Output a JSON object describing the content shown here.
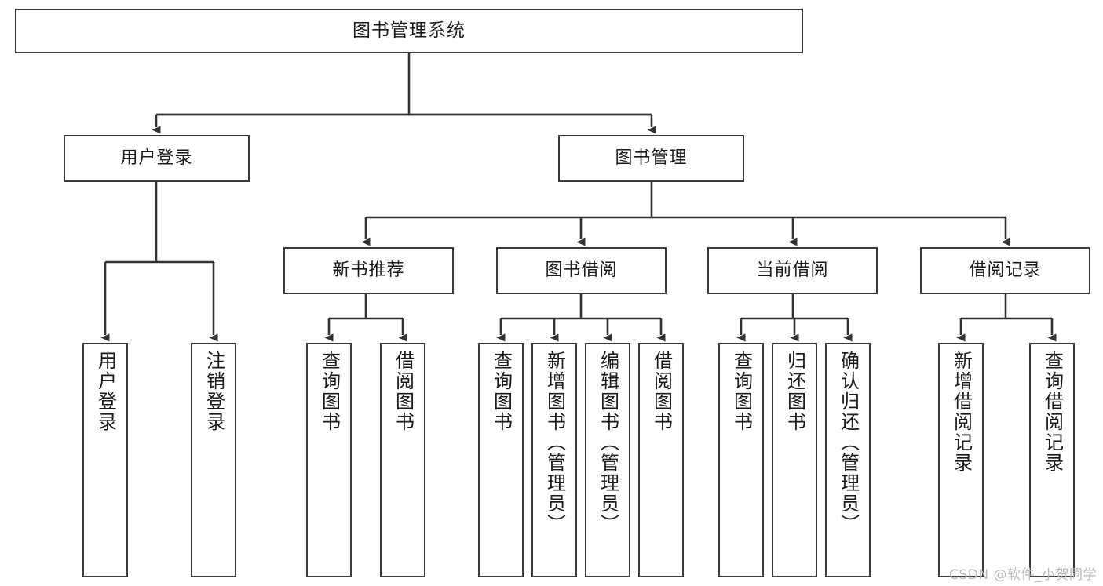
{
  "diagram": {
    "title": "图书管理系统",
    "type": "tree",
    "watermark": "CSDN @软件_小贺同学",
    "colors": {
      "box_border": "#3a3a3a",
      "box_fill": "#ffffff",
      "connector": "#333333",
      "text": "#1a1a1a",
      "watermark": "#b9b9b9",
      "background": "#ffffff"
    },
    "nodes": {
      "root": {
        "label": "图书管理系统"
      },
      "level2": [
        {
          "id": "user-login",
          "label": "用户登录"
        },
        {
          "id": "book-manage",
          "label": "图书管理"
        }
      ],
      "level3": [
        {
          "id": "new-book-rec",
          "label": "新书推荐"
        },
        {
          "id": "book-borrow",
          "label": "图书借阅"
        },
        {
          "id": "current-borrow",
          "label": "当前借阅"
        },
        {
          "id": "borrow-record",
          "label": "借阅记录"
        }
      ],
      "leaves": {
        "user-login": [
          {
            "id": "leaf-user-login",
            "label": "用户登录"
          },
          {
            "id": "leaf-logout",
            "label": "注销登录"
          }
        ],
        "new-book-rec": [
          {
            "id": "leaf-query-book-1",
            "label": "查询图书"
          },
          {
            "id": "leaf-borrow-book-1",
            "label": "借阅图书"
          }
        ],
        "book-borrow": [
          {
            "id": "leaf-query-book-2",
            "label": "查询图书"
          },
          {
            "id": "leaf-add-book",
            "label": "新增图书（管理员）"
          },
          {
            "id": "leaf-edit-book",
            "label": "编辑图书（管理员）"
          },
          {
            "id": "leaf-borrow-book-2",
            "label": "借阅图书"
          }
        ],
        "current-borrow": [
          {
            "id": "leaf-query-book-3",
            "label": "查询图书"
          },
          {
            "id": "leaf-return-book",
            "label": "归还图书"
          },
          {
            "id": "leaf-confirm-return",
            "label": "确认归还（管理员）"
          }
        ],
        "borrow-record": [
          {
            "id": "leaf-add-record",
            "label": "新增借阅记录"
          },
          {
            "id": "leaf-query-record",
            "label": "查询借阅记录"
          }
        ]
      }
    }
  }
}
